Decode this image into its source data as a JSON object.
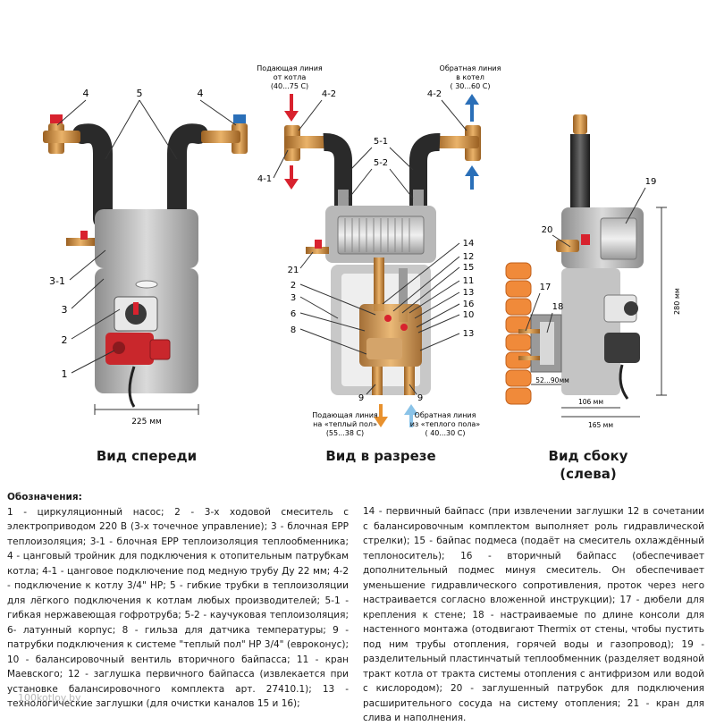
{
  "lines": {
    "supply_from_boiler": [
      "Подающая линия",
      "от котла",
      "(40...75 С)"
    ],
    "return_to_boiler": [
      "Обратная линия",
      "в котел",
      "( 30...60 С)"
    ],
    "supply_floor": [
      "Подающая линия",
      "на «теплый пол»",
      "(55...38 С)"
    ],
    "return_floor": [
      "Обратная линия",
      "из «теплого пола»",
      "( 40...30 С)"
    ]
  },
  "front_labels": [
    "4",
    "5",
    "4",
    "3-1",
    "3",
    "2",
    "1"
  ],
  "section_labels": [
    "4-2",
    "4-2",
    "4-1",
    "5-1",
    "5-2",
    "21",
    "2",
    "3",
    "6",
    "8",
    "14",
    "12",
    "15",
    "11",
    "13",
    "16",
    "10",
    "13",
    "9",
    "9"
  ],
  "side_labels": [
    "19",
    "20",
    "17",
    "18"
  ],
  "dimensions": {
    "width_front": "225 мм",
    "height_side": "280 мм",
    "bracket": "52...90мм",
    "depth_inner": "106 мм",
    "depth_total": "165 мм"
  },
  "views": {
    "front": "Вид спереди",
    "section": "Вид в разрезе",
    "side_line1": "Вид сбоку",
    "side_line2": "(слева)"
  },
  "legend": {
    "heading": "Обозначения:",
    "left": "1 - циркуляционный насос; 2 - 3-х ходовой смеситель с электроприводом 220 В (3-х точечное управление); 3 - блочная EPP теплоизоляция; 3-1 - блочная EPP теплоизоляция теплообменника; 4 - цанговый тройник для подключения к отопительным патрубкам котла; 4-1 - цанговое подключение под медную трубу Ду 22 мм; 4-2 - подключение к котлу 3/4\" НР; 5 - гибкие трубки в теплоизоляции для лёгкого подключения к котлам любых производителей; 5-1 - гибкая нержавеющая гофротруба; 5-2 - каучуковая теплоизоляция; 6- латунный корпус; 8 - гильза для датчика температуры; 9 - патрубки подключения к системе \"теплый пол\" НР 3/4\" (евроконус); 10 - балансировочный вентиль вторичного байпасса; 11 - кран Маевского; 12 - заглушка первичного байпасса (извлекается при установке балансировочного комплекта арт. 27410.1); 13 - технологические заглушки (для очистки каналов 15 и 16);",
    "right": "14 - первичный байпасс (при извлечении заглушки 12 в сочетании с балансировочным комплектом выполняет роль гидравлической стрелки); 15 - байпас подмеса (подаёт на смеситель охлаждённый теплоноситель); 16 - вторичный байпасс (обеспечивает дополнительный подмес минуя смеситель. Он обеспечивает уменьшение гидравлического сопротивления, проток через него настраивается согласно вложенной инструкции); 17 - дюбели для крепления к стене; 18 - настраиваемые по длине консоли для настенного монтажа (отодвигают Thermix от стены, чтобы пустить под ним трубы отопления, горячей воды и газопровод); 19 - разделительный пластинчатый теплообменник (разделяет водяной тракт котла от тракта системы отопления с антифризом или водой с кислородом); 20 - заглушенный патрубок для подключения расширительного сосуда на систему отопления; 21 - кран для слива и наполнения."
  },
  "watermark": "100kotlov.by",
  "colors": {
    "hot": "#d8222e",
    "cold": "#2a6fb8",
    "warm": "#e8912e",
    "cool": "#8ac3e8",
    "brass": "#c98a3a",
    "pump": "#c9272c"
  }
}
